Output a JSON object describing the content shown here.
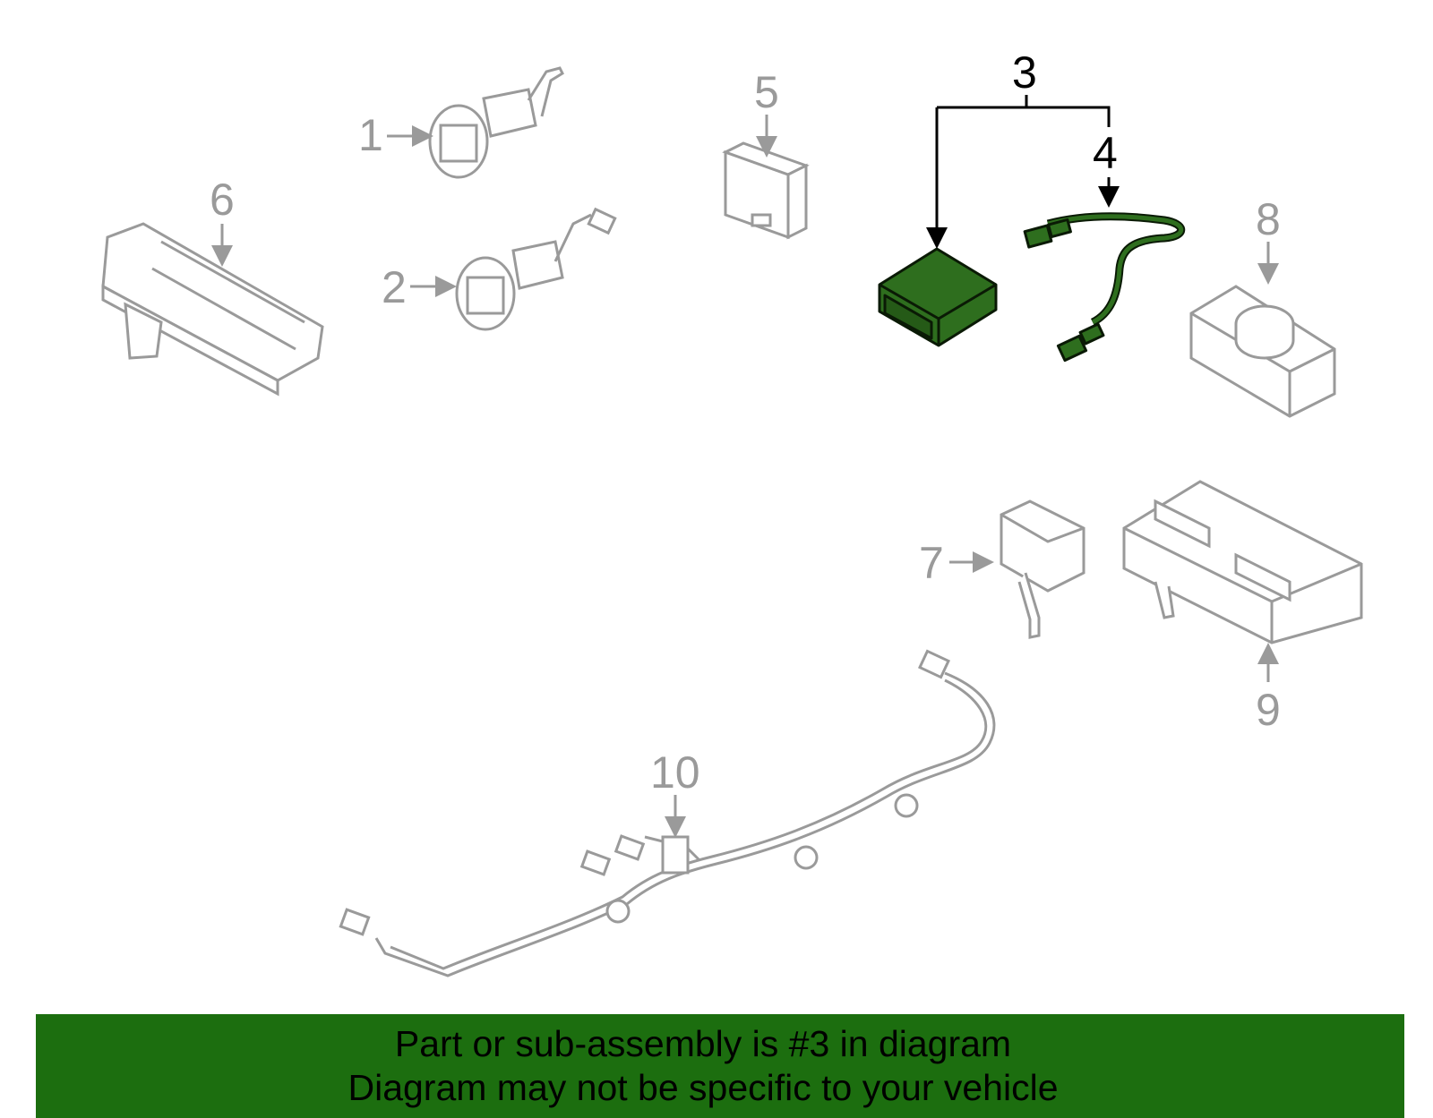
{
  "diagram": {
    "part_numbers": [
      "1",
      "2",
      "3",
      "4",
      "5",
      "6",
      "7",
      "8",
      "9",
      "10"
    ],
    "highlighted_part": "3"
  },
  "banner": {
    "line1": "Part or sub-assembly is #3 in diagram",
    "line2": "Diagram may not be specific to your vehicle"
  },
  "colors": {
    "highlight": "#2e6e1e",
    "highlight_stroke": "#0a1a05",
    "part_line": "#9a9a9a",
    "banner_bg": "#1c6e0f",
    "label_active": "#000000"
  },
  "icons": [
    "arrow-icon"
  ]
}
